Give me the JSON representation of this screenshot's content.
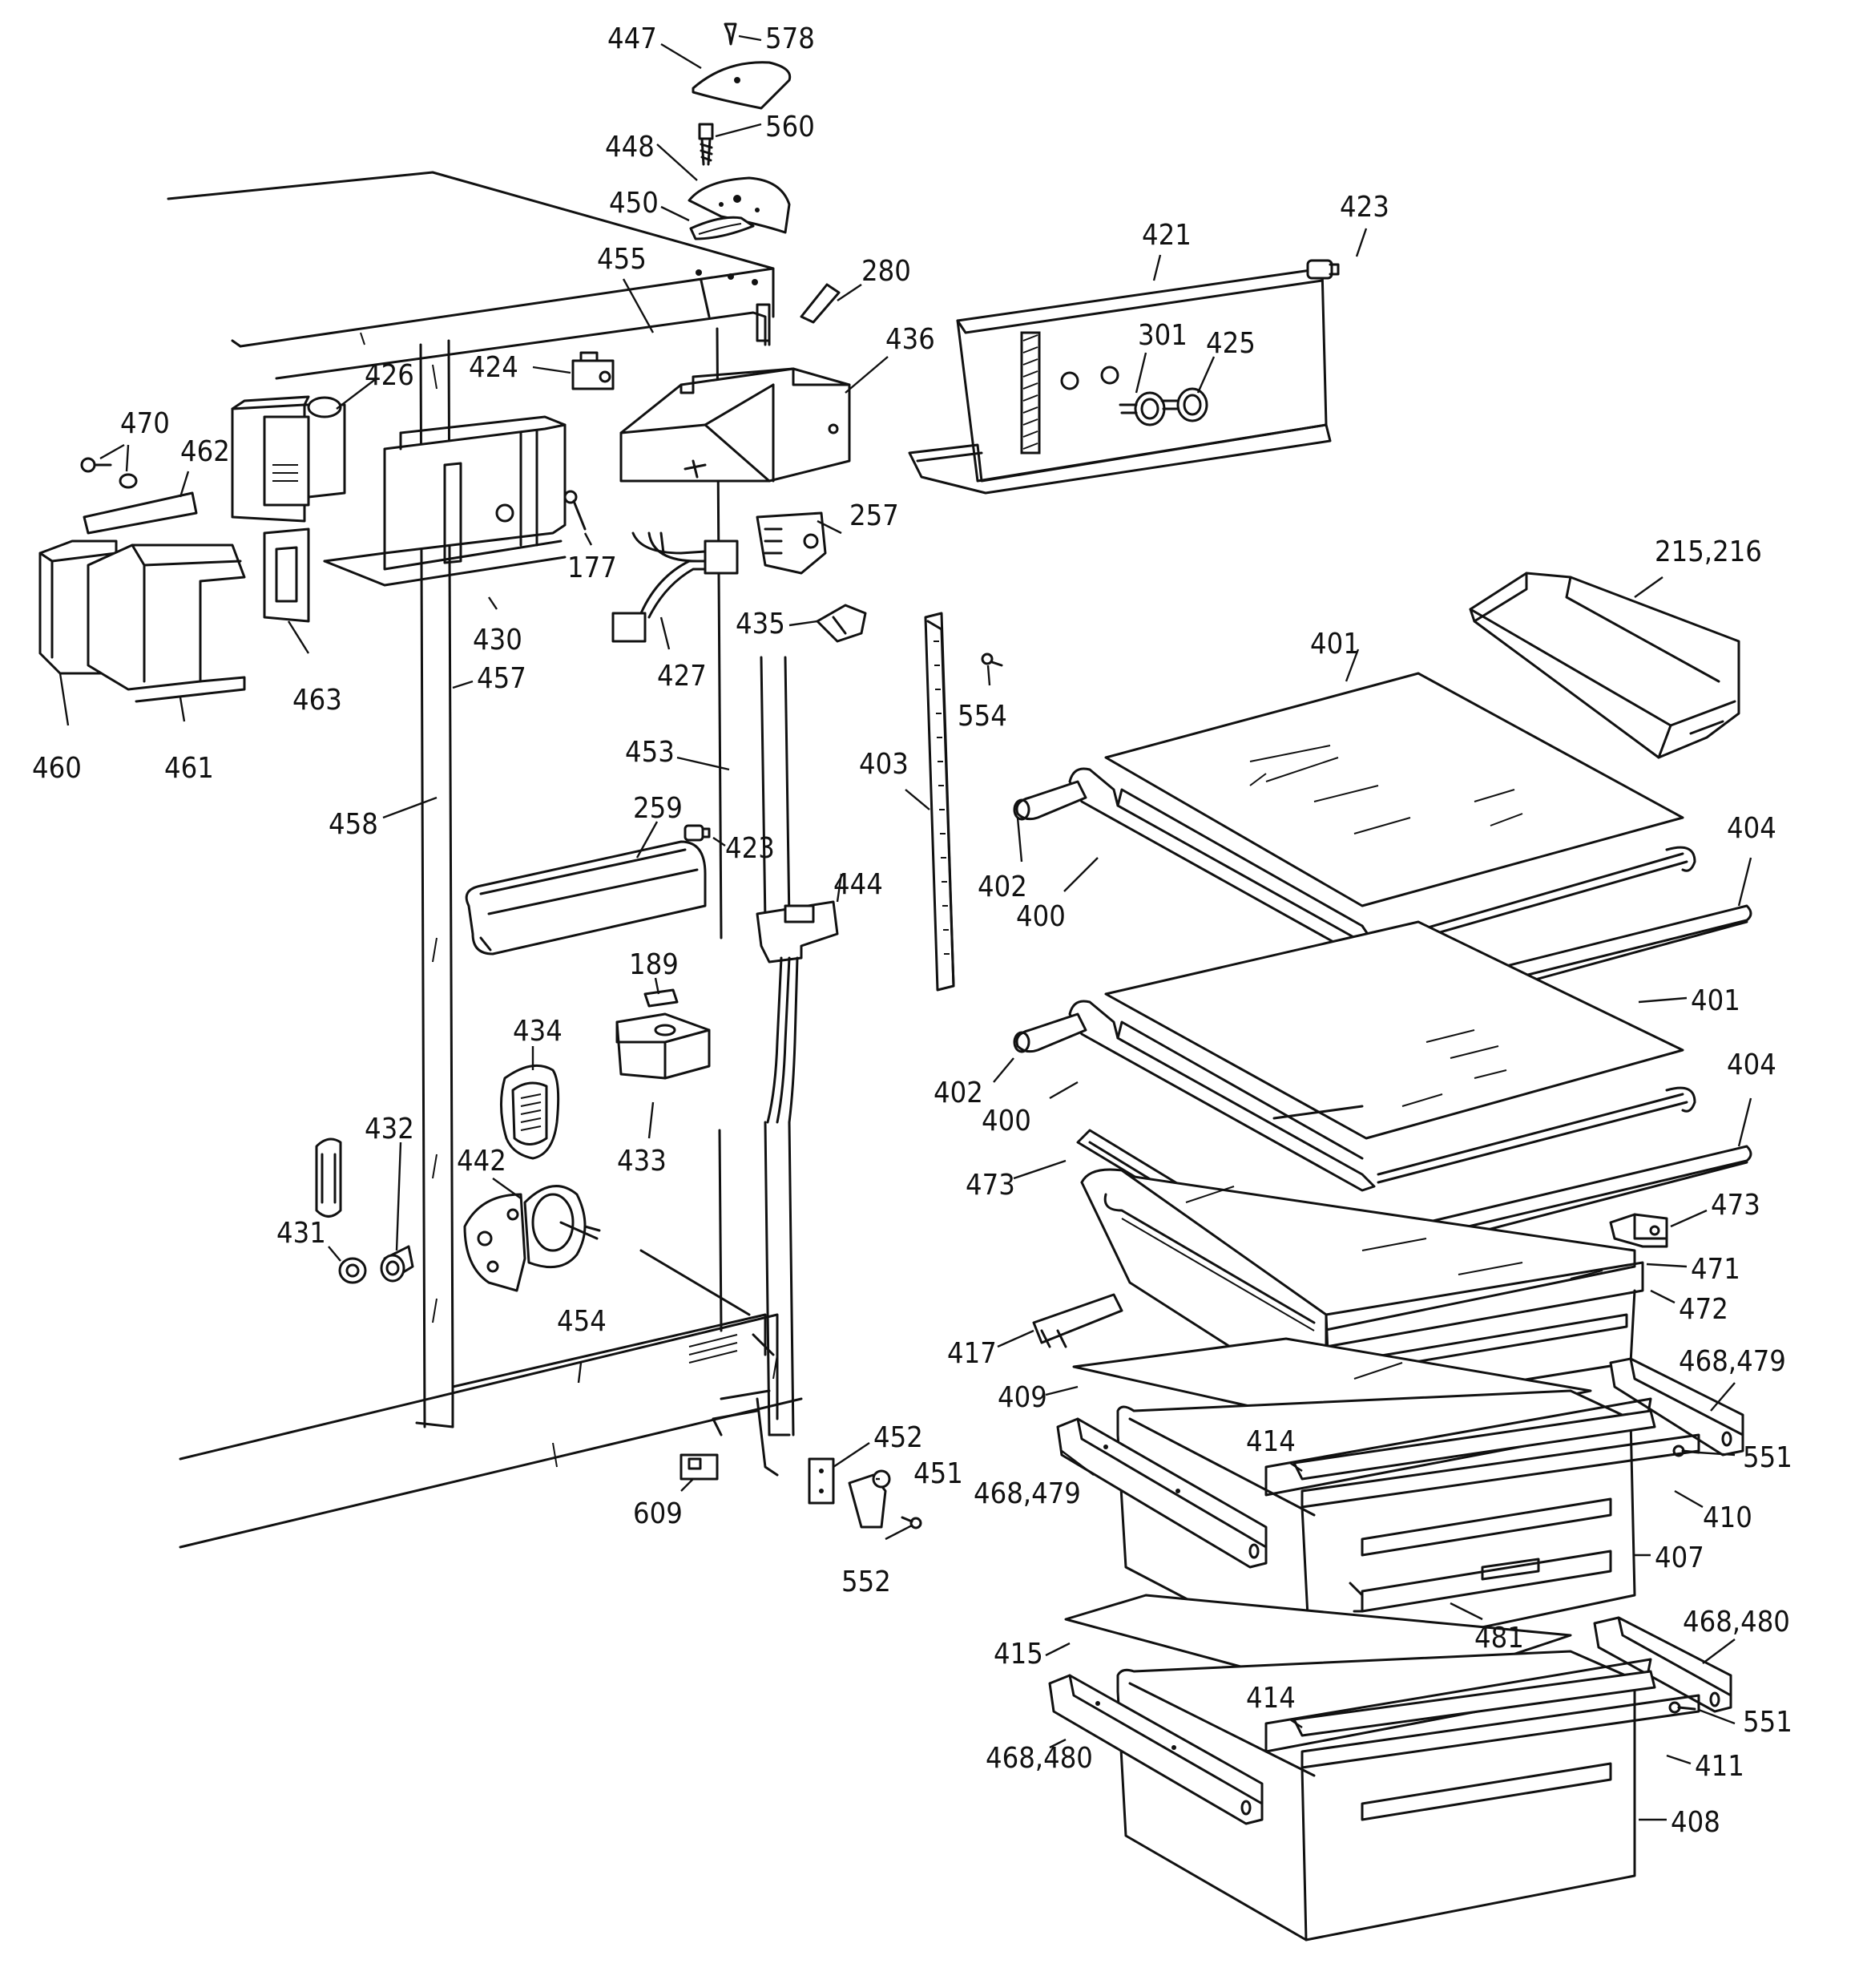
{
  "labels": {
    "l447": "447",
    "l578": "578",
    "l448": "448",
    "l560": "560",
    "l450": "450",
    "l455": "455",
    "l280": "280",
    "l421": "421",
    "l423a": "423",
    "l424": "424",
    "l426": "426",
    "l436": "436",
    "l301": "301",
    "l425": "425",
    "l470": "470",
    "l462": "462",
    "l177": "177",
    "l257": "257",
    "l215": "215,216",
    "l430": "430",
    "l427": "427",
    "l435": "435",
    "l460": "460",
    "l461": "461",
    "l463": "463",
    "l457": "457",
    "l554": "554",
    "l401a": "401",
    "l453": "453",
    "l403": "403",
    "l458": "458",
    "l259": "259",
    "l423b": "423",
    "l404a": "404",
    "l402a": "402",
    "l400a": "400",
    "l444": "444",
    "l189": "189",
    "l401b": "401",
    "l434": "434",
    "l402b": "402",
    "l400b": "400",
    "l404b": "404",
    "l432": "432",
    "l442": "442",
    "l433": "433",
    "l473a": "473",
    "l473b": "473",
    "l431": "431",
    "l471": "471",
    "l454": "454",
    "l472": "472",
    "l417": "417",
    "l468a": "468,479",
    "l409": "409",
    "l414a": "414",
    "l551a": "551",
    "l452": "452",
    "l468b": "468,479",
    "l451": "451",
    "l410": "410",
    "l609": "609",
    "l407": "407",
    "l552": "552",
    "l481": "481",
    "l468c": "468,480",
    "l415": "415",
    "l414b": "414",
    "l551b": "551",
    "l468d": "468,480",
    "l411": "411",
    "l408": "408"
  }
}
